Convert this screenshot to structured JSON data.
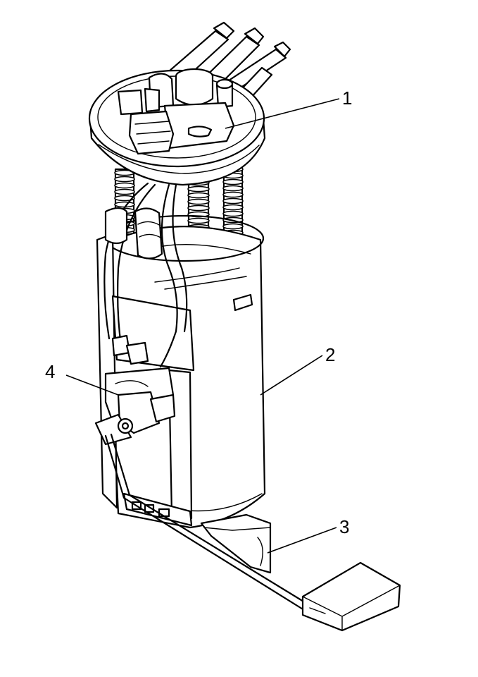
{
  "diagram": {
    "callouts": [
      {
        "id": "1",
        "label": "1"
      },
      {
        "id": "2",
        "label": "2"
      },
      {
        "id": "3",
        "label": "3"
      },
      {
        "id": "4",
        "label": "4"
      }
    ],
    "colors": {
      "line": "#000000",
      "fill": "#ffffff"
    }
  }
}
